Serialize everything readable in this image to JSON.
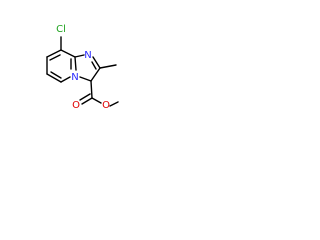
{
  "molecule": {
    "atoms": {
      "cl": "Cl",
      "n_bridge": "N",
      "n_imidazole": "N",
      "o_carbonyl": "O",
      "o_ester": "O"
    },
    "colors": {
      "cl": "#1fa31f",
      "n": "#2929ff",
      "o": "#e00000",
      "bond": "#000000"
    }
  }
}
